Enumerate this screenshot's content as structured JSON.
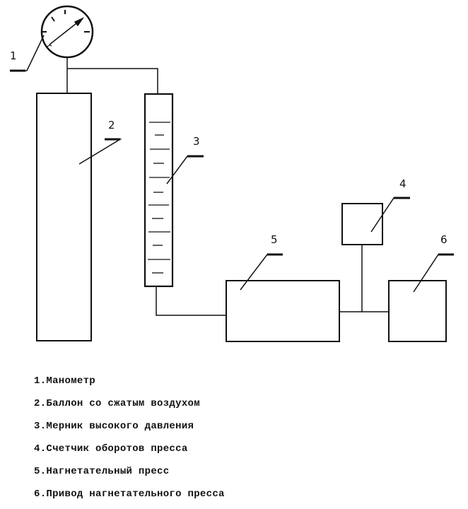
{
  "labels": {
    "manometer": "1",
    "cylinder": "2",
    "burette": "3",
    "counter": "4",
    "press": "5",
    "drive": "6"
  },
  "legend": [
    "1.Манометр",
    "2.Баллон со сжатым воздухом",
    "3.Мерник высокого давления",
    "4.Счетчик оборотов пресса",
    "5.Нагнетательный пресс",
    "6.Привод нагнетательного пресса"
  ],
  "colors": {
    "ink": "#111111",
    "background": "#ffffff"
  }
}
